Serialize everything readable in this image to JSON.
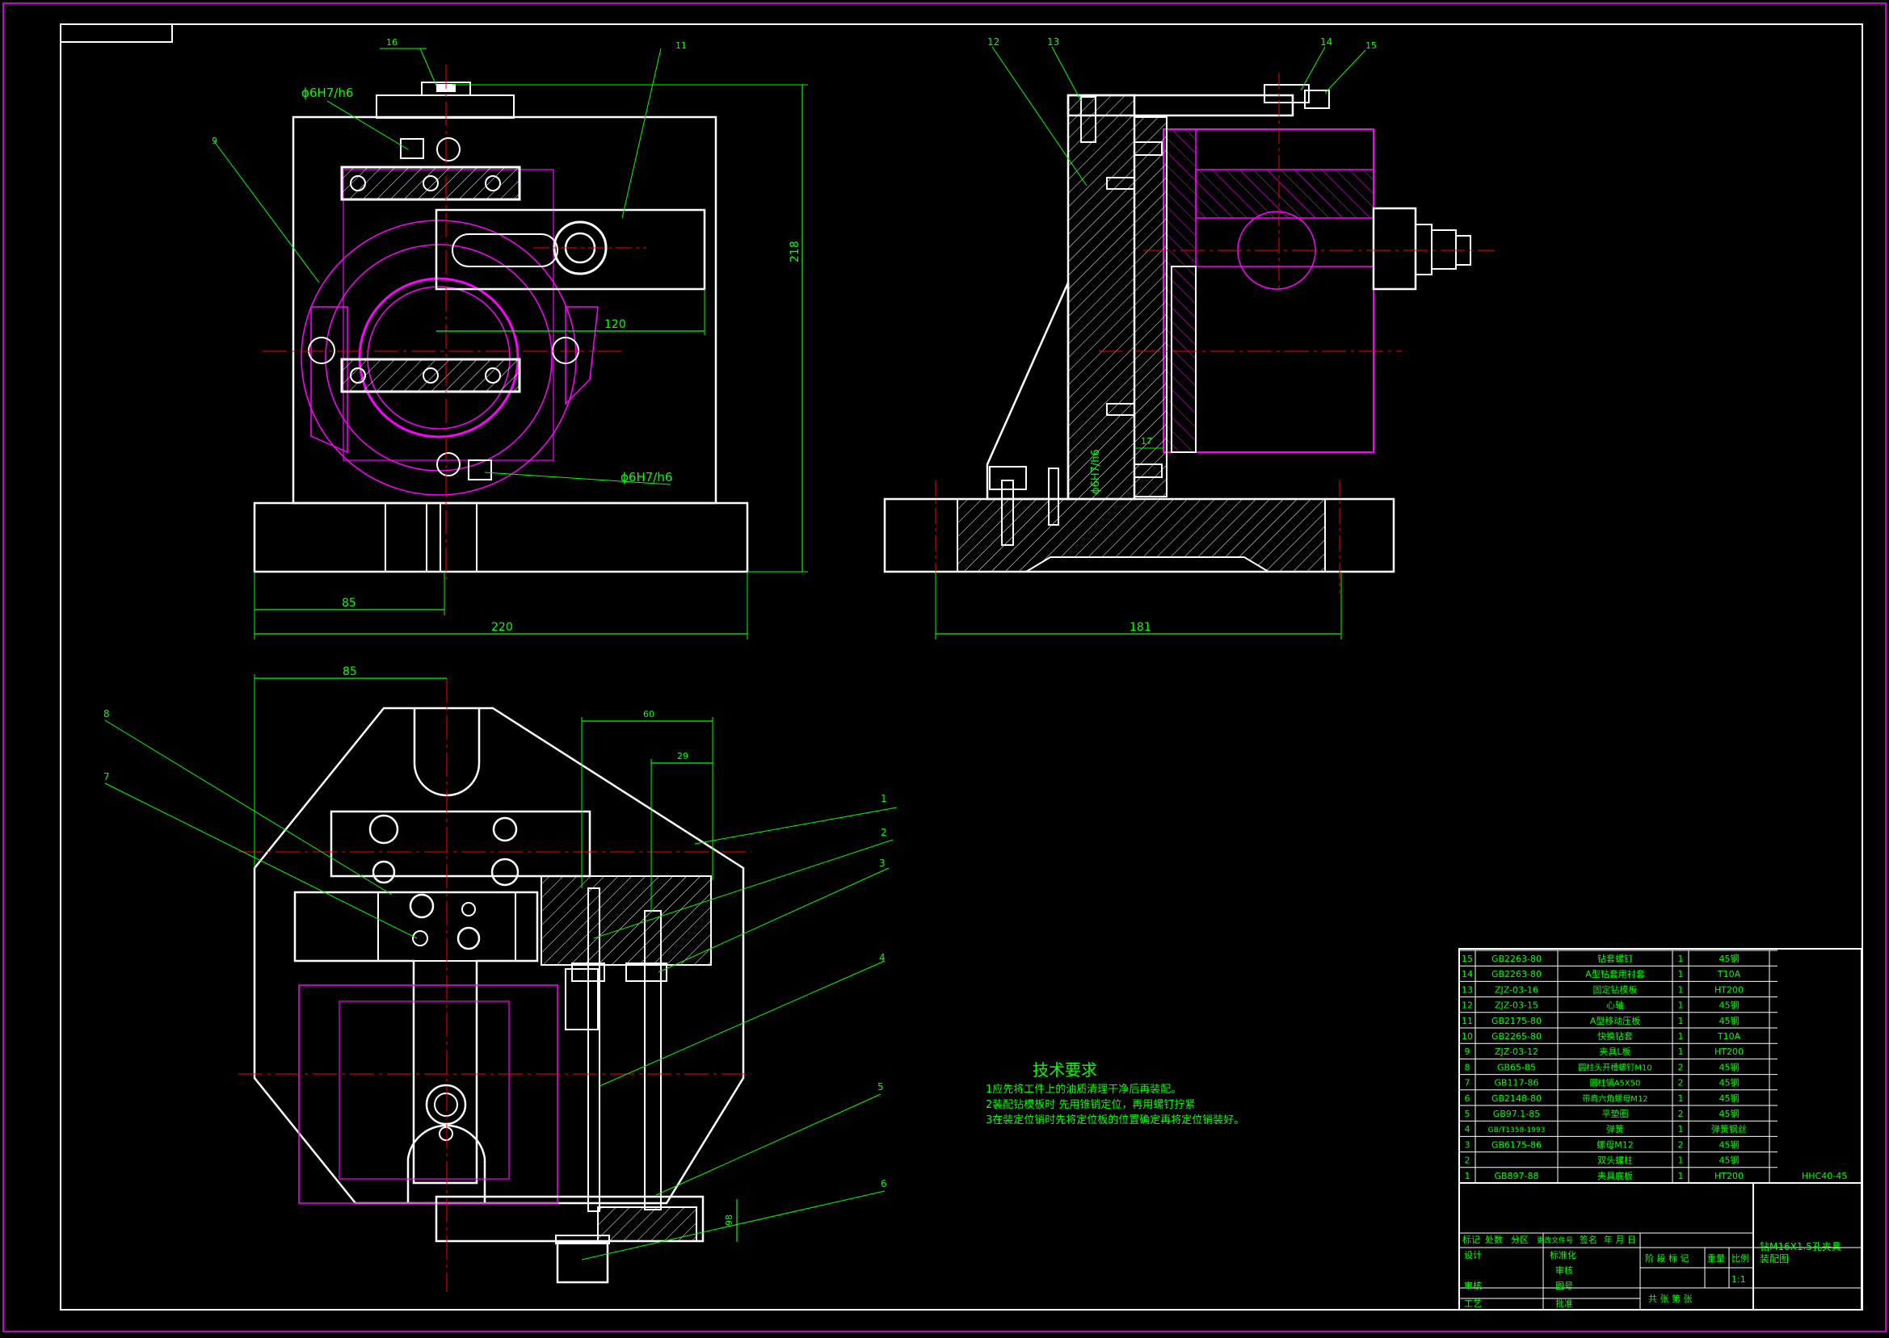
{
  "colors": {
    "background": "#000000",
    "outline": "#ffffff",
    "dimension": "#00ff00",
    "workpiece": "#ff00ff",
    "centerline": "#ff0000",
    "table_text": "#00ff00",
    "frame": "#cc00cc"
  },
  "front_view": {
    "balloons": [
      "16",
      "11",
      "9"
    ],
    "fit_top": "ϕ6H7/h6",
    "fit_bottom": "ϕ6H7/h6",
    "dims": {
      "d120": "120",
      "d218": "218",
      "d85": "85",
      "d220": "220"
    }
  },
  "side_view": {
    "balloons": [
      "12",
      "13",
      "14",
      "15"
    ],
    "fit": "ϕ6H7/h6",
    "dims": {
      "d181": "181",
      "d17": "17"
    }
  },
  "top_view": {
    "balloons_left": [
      "8",
      "7"
    ],
    "balloons_right": [
      "1",
      "2",
      "3",
      "4",
      "5",
      "6"
    ],
    "dims": {
      "d85": "85",
      "d60": "60",
      "d29": "29",
      "d98": "98"
    }
  },
  "tech_req": {
    "title": "技术要求",
    "lines": [
      "1应先将工件上的油质清理干净后再装配。",
      "2装配钻模板时 先用锥销定位，再用螺钉拧紧",
      "3在装定位销时先将定位板的位置确定再将定位销装好。"
    ]
  },
  "bom": [
    {
      "no": "15",
      "code": "GB2263-80",
      "name": "钻套螺钉",
      "qty": "1",
      "mat": "45钢"
    },
    {
      "no": "14",
      "code": "GB2263-80",
      "name": "A型钻套用衬套",
      "qty": "1",
      "mat": "T10A"
    },
    {
      "no": "13",
      "code": "ZJZ-03-16",
      "name": "固定钻模板",
      "qty": "1",
      "mat": "HT200"
    },
    {
      "no": "12",
      "code": "ZJZ-03-15",
      "name": "心轴",
      "qty": "1",
      "mat": "45钢"
    },
    {
      "no": "11",
      "code": "GB2175-80",
      "name": "A型移动压板",
      "qty": "1",
      "mat": "45钢"
    },
    {
      "no": "10",
      "code": "GB2265-80",
      "name": "快换钻套",
      "qty": "1",
      "mat": "T10A"
    },
    {
      "no": "9",
      "code": "ZJZ-03-12",
      "name": "夹具L板",
      "qty": "1",
      "mat": "HT200"
    },
    {
      "no": "8",
      "code": "GB65-85",
      "name": "圆柱头开槽螺钉M10",
      "qty": "2",
      "mat": "45钢"
    },
    {
      "no": "7",
      "code": "GB117-86",
      "name": "圆柱销A5X50",
      "qty": "2",
      "mat": "45钢"
    },
    {
      "no": "6",
      "code": "GB2148-80",
      "name": "带肩六角螺母M12",
      "qty": "1",
      "mat": "45钢"
    },
    {
      "no": "5",
      "code": "GB97.1-85",
      "name": "平垫圈",
      "qty": "2",
      "mat": "45钢"
    },
    {
      "no": "4",
      "code": "GB/T1358-1993",
      "name": "弹簧",
      "qty": "1",
      "mat": "弹簧钢丝"
    },
    {
      "no": "3",
      "code": "GB6175-86",
      "name": "螺母M12",
      "qty": "2",
      "mat": "45钢"
    },
    {
      "no": "2",
      "code": "",
      "name": "双头螺柱",
      "qty": "1",
      "mat": "45钢"
    },
    {
      "no": "1",
      "code": "GB897-88",
      "name": "夹具底板",
      "qty": "1",
      "mat": "HT200"
    }
  ],
  "bom_extra": "HHC40-45",
  "title_block": {
    "rev_headers": [
      "标记",
      "处数",
      "分区",
      "更改文件号",
      "签名",
      "年 月 日"
    ],
    "design": "设计",
    "standard": "标准化",
    "review": "审核",
    "process": "工艺",
    "check": "审核",
    "approve": "批准",
    "record": "图号",
    "stage_headers": [
      "阶 段 标 记",
      "重量",
      "比例"
    ],
    "scale": "1:1",
    "sheets": "共  张  第  张",
    "drawing_title_1": "钻M16X1.5孔夹具",
    "drawing_title_2": "装配图"
  }
}
